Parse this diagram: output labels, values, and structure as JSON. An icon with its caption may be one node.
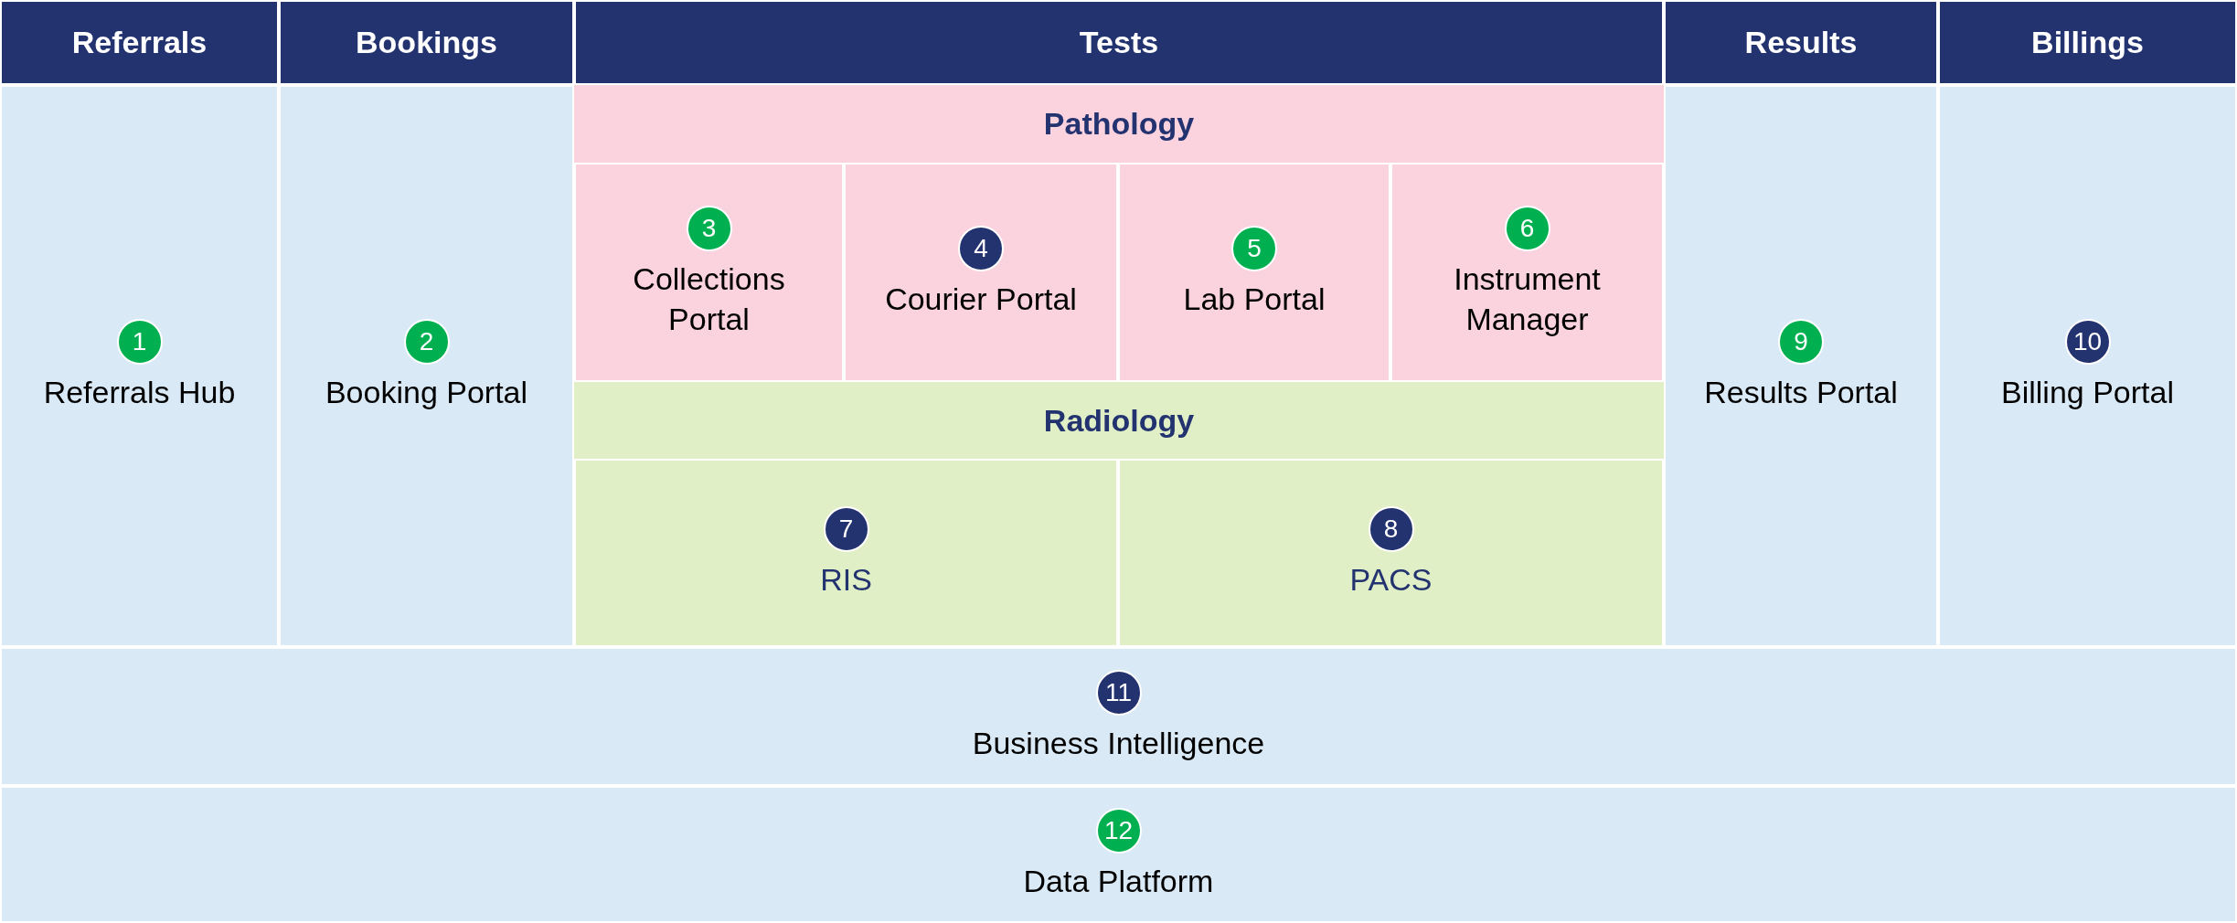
{
  "diagram": {
    "nodes": [
      {
        "text": [
          "Referrals"
        ]
      },
      {
        "text": [
          "Bookings"
        ]
      },
      {
        "text": [
          "Tests"
        ]
      },
      {
        "text": [
          "Results"
        ]
      },
      {
        "text": [
          "Billings"
        ]
      },
      {
        "text": [
          "Referrals Hub"
        ]
      },
      {
        "text": [
          "1"
        ],
        "in": 5
      },
      {
        "text": [
          "Booking Portal"
        ]
      },
      {
        "text": [
          "2"
        ],
        "in": 7
      },
      {
        "text": [
          "Pathology"
        ]
      },
      {
        "text": [
          "Collections Portal"
        ],
        "in": 9
      },
      {
        "text": [
          "3"
        ],
        "in": 10
      },
      {
        "text": [
          "Courier Portal"
        ],
        "in": 9
      },
      {
        "text": [
          "4"
        ],
        "in": 12
      },
      {
        "text": [
          "Lab Portal"
        ],
        "in": 9
      },
      {
        "text": [
          "5"
        ],
        "in": 14
      },
      {
        "text": [
          "Instrument Manager"
        ],
        "in": 9
      },
      {
        "text": [
          "6"
        ],
        "in": 16
      },
      {
        "text": [
          "Radiology"
        ]
      },
      {
        "text": [
          "RIS"
        ],
        "in": 18
      },
      {
        "text": [
          "7"
        ],
        "in": 19
      },
      {
        "text": [
          "PACS"
        ],
        "in": 18
      },
      {
        "text": [
          "8"
        ],
        "in": 21
      },
      {
        "text": [
          "Results Portal"
        ]
      },
      {
        "text": [
          "9"
        ],
        "in": 23
      },
      {
        "text": [
          "Billing Portal"
        ]
      },
      {
        "text": [
          "10"
        ],
        "in": 25
      },
      {
        "text": [
          "Business Intelligence"
        ]
      },
      {
        "text": [
          "11"
        ],
        "in": 27
      },
      {
        "text": [
          "Data Platform"
        ]
      },
      {
        "text": [
          "12"
        ],
        "in": 29
      }
    ]
  }
}
